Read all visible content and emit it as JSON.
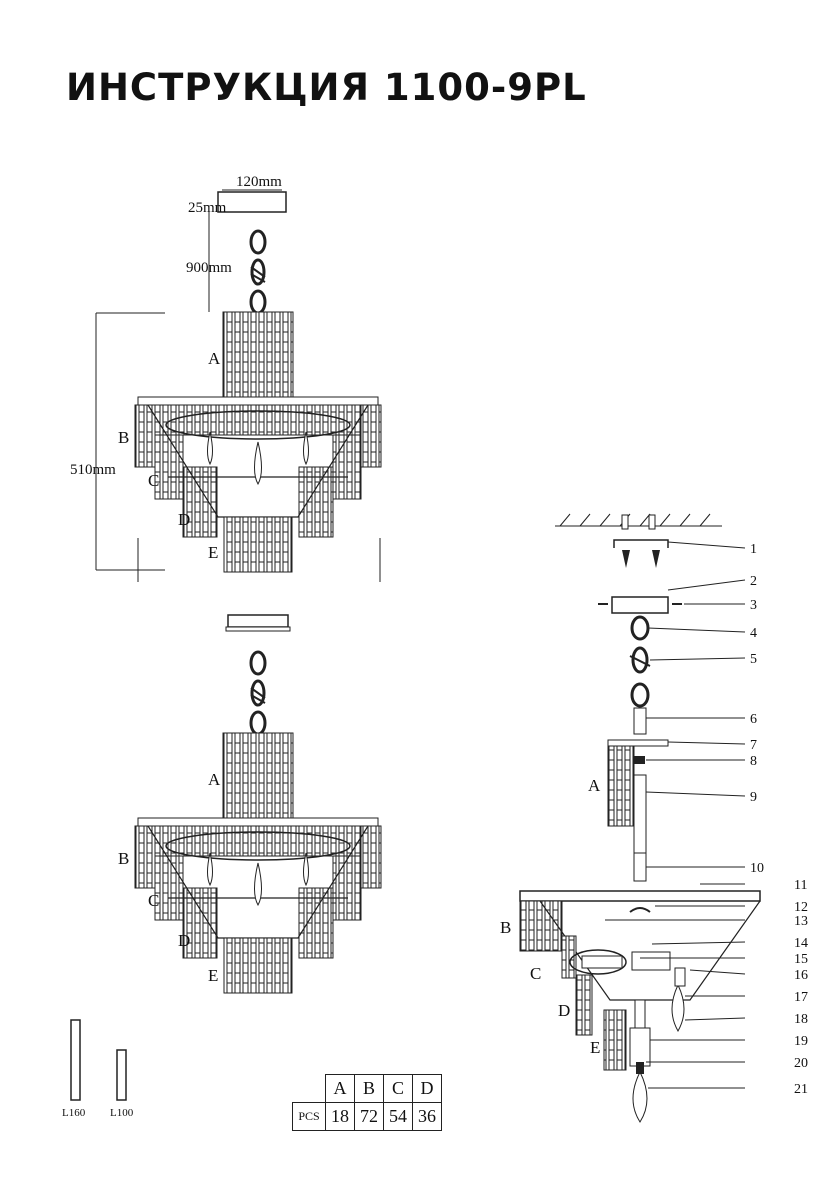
{
  "title": "ИНСТРУКЦИЯ 1100-9PL",
  "dimensions": {
    "width": "120mm",
    "canopy_height": "25mm",
    "chain": "900mm",
    "height": "510mm"
  },
  "tiers": [
    "A",
    "B",
    "C",
    "D",
    "E"
  ],
  "part_numbers": [
    "1",
    "2",
    "3",
    "4",
    "5",
    "6",
    "7",
    "8",
    "9",
    "10",
    "11",
    "12",
    "13",
    "14",
    "15",
    "16",
    "17",
    "18",
    "19",
    "20",
    "21"
  ],
  "rods": {
    "long": "L160",
    "short": "L100"
  },
  "table": {
    "headers": [
      "A",
      "B",
      "C",
      "D"
    ],
    "row_label": "PCS",
    "values": [
      "18",
      "72",
      "54",
      "36"
    ]
  }
}
